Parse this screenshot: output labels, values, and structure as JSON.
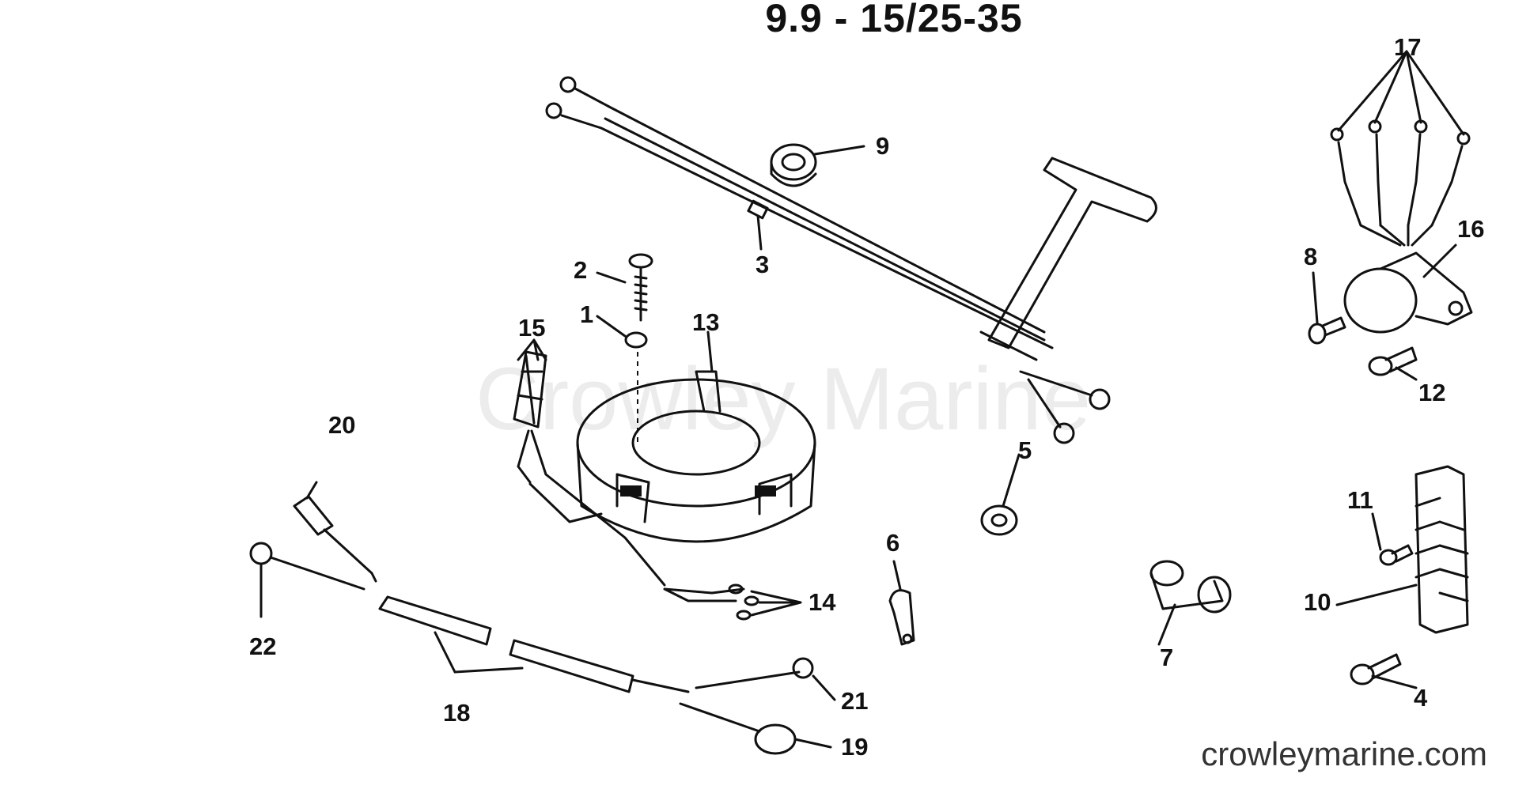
{
  "title": "9.9 - 15/25-35",
  "watermark": "Crowley Marine",
  "website": "crowleymarine.com",
  "callouts": [
    "1",
    "2",
    "3",
    "4",
    "5",
    "6",
    "7",
    "8",
    "9",
    "10",
    "11",
    "12",
    "13",
    "14",
    "15",
    "16",
    "17",
    "18",
    "19",
    "20",
    "21",
    "22"
  ]
}
